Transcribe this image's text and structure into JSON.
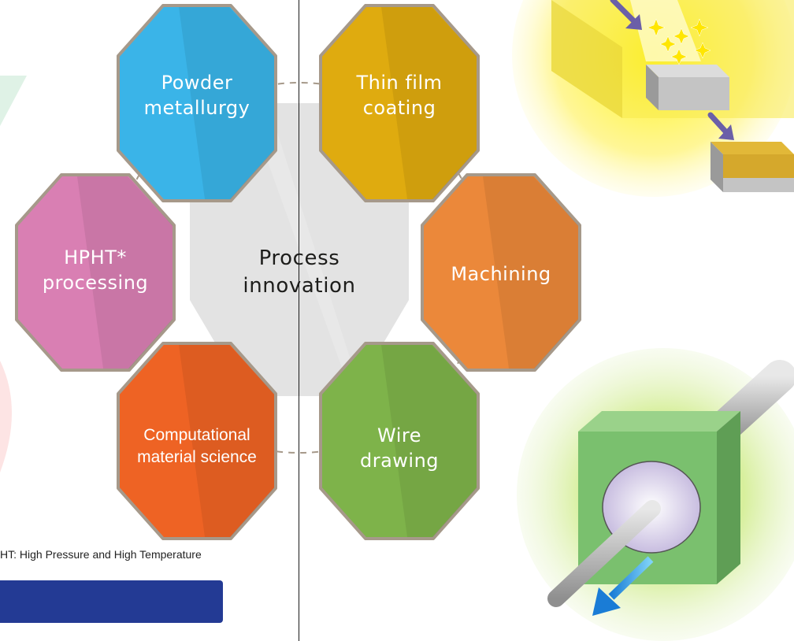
{
  "diagram": {
    "center": {
      "label": "Process\ninnovation",
      "color": "#e3e3e3"
    },
    "nodes": [
      {
        "id": "powder-metallurgy",
        "label": "Powder\nmetallurgy",
        "color": "#3ab4e8"
      },
      {
        "id": "thin-film-coating",
        "label": "Thin film\ncoating",
        "color": "#dfab0f"
      },
      {
        "id": "machining",
        "label": "Machining",
        "color": "#eb883a"
      },
      {
        "id": "wire-drawing",
        "label": "Wire\ndrawing",
        "color": "#7eb34a"
      },
      {
        "id": "computational-material-science",
        "label": "Computational\nmaterial science",
        "color": "#ee6324"
      },
      {
        "id": "hpht-processing",
        "label": "HPHT*\nprocessing",
        "color": "#d97fb3"
      }
    ],
    "border_color": "#a6998a",
    "connector": "dashed-circle"
  },
  "footnote": "HT: High Pressure and High Temperature",
  "accent_bar_color": "#233a94",
  "illustrations": [
    {
      "name": "thin-film-deposition-illustration",
      "icon": "sparkle-icon"
    },
    {
      "name": "wire-drawing-die-illustration",
      "icon": "arrow-icon"
    }
  ]
}
